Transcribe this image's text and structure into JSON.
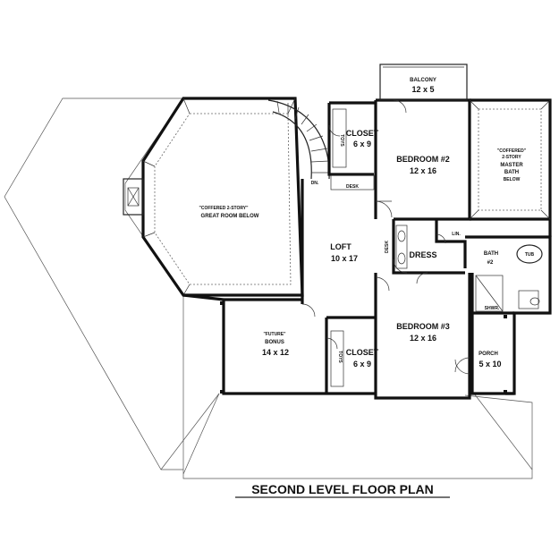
{
  "title": "SECOND LEVEL FLOOR PLAN",
  "rooms": {
    "balcony": {
      "name": "BALCONY",
      "size": "12 x 5"
    },
    "closet_top": {
      "name": "CLOSET",
      "size": "6 x 9"
    },
    "bedroom2": {
      "name": "BEDROOM #2",
      "size": "12 x 16"
    },
    "master": {
      "line1": "\"COFFERED\"",
      "line2": "2-STORY",
      "line3": "MASTER",
      "line4": "BATH",
      "line5": "BELOW"
    },
    "great_room": {
      "line1": "\"COFFERED 2-STORY\"",
      "line2": "GREAT ROOM BELOW"
    },
    "loft": {
      "name": "LOFT",
      "size": "10 x 17"
    },
    "dress": {
      "name": "DRESS"
    },
    "lin": {
      "name": "LIN."
    },
    "bath2": {
      "name": "BATH",
      "num": "#2"
    },
    "tub": {
      "name": "TUB"
    },
    "shwr": {
      "name": "SHWR."
    },
    "bonus": {
      "line1": "\"FUTURE\"",
      "name": "BONUS",
      "size": "14 x 12"
    },
    "closet_bot": {
      "name": "CLOSET",
      "size": "6 x 9"
    },
    "bedroom3": {
      "name": "BEDROOM #3",
      "size": "12 x 16"
    },
    "porch": {
      "name": "PORCH",
      "size": "5 x 10"
    }
  },
  "small_labels": {
    "dn": "DN.",
    "desk_top": "DESK",
    "desk_side": "DESK",
    "toys_top": "TOYS",
    "toys_bot": "TOYS"
  }
}
